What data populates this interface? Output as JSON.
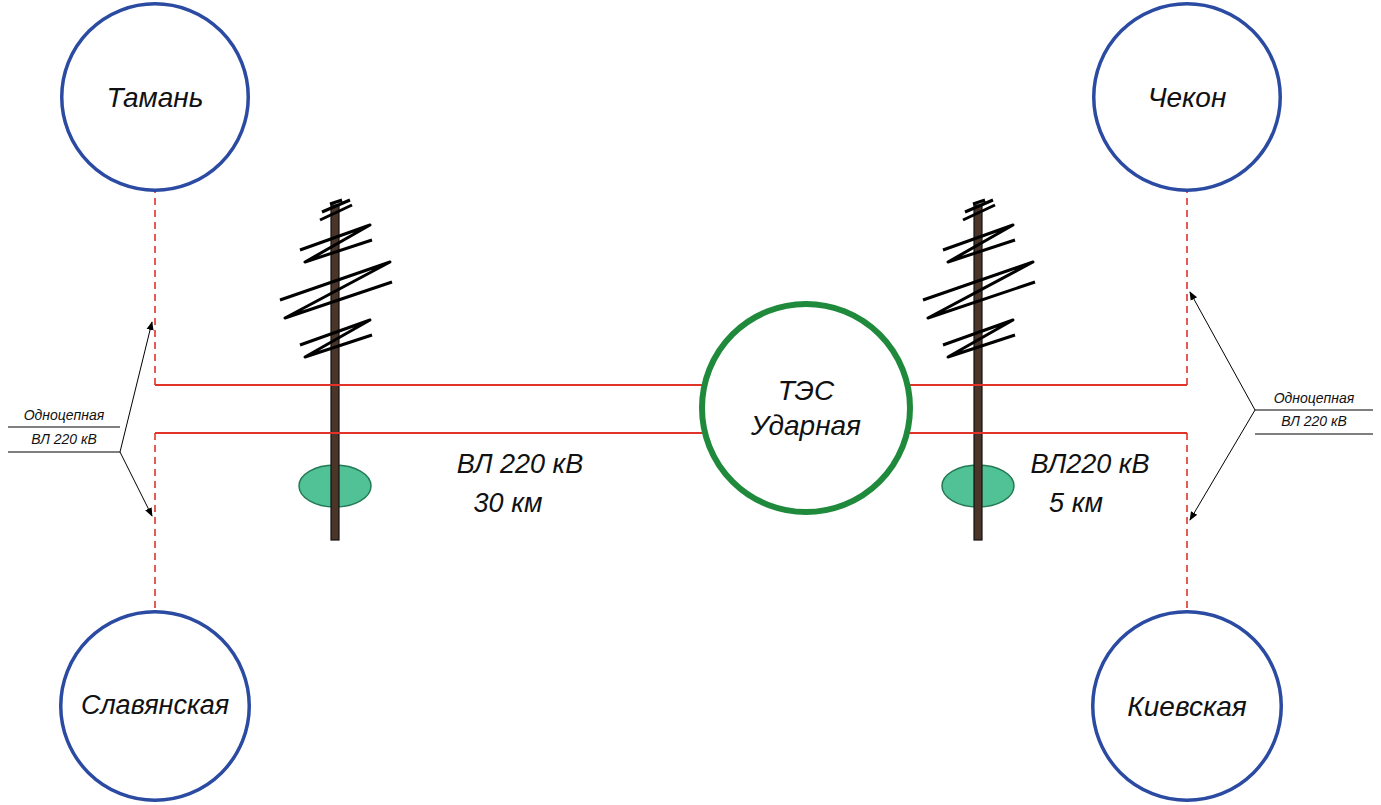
{
  "diagram": {
    "nodes": [
      {
        "text": [
          "Тамань"
        ]
      },
      {
        "text": [
          "Чекон"
        ]
      },
      {
        "text": [
          "ТЭС Ударная"
        ]
      },
      {
        "text": [
          "Славянская"
        ]
      },
      {
        "text": [
          "Киевская"
        ]
      }
    ],
    "edges": [
      {
        "from": 2,
        "to": 0,
        "arrow": "none"
      },
      {
        "from": 2,
        "to": 3,
        "arrow": "none"
      },
      {
        "from": 2,
        "to": 1,
        "arrow": "none"
      },
      {
        "from": 2,
        "to": 4,
        "arrow": "none"
      }
    ],
    "labels": [
      "Одноцепная",
      "ВЛ 220 кВ",
      "ВЛ 220 кВ",
      "30 км",
      "ВЛ220 кВ",
      "5 км",
      "Одноцепная",
      "ВЛ 220 кВ"
    ]
  }
}
